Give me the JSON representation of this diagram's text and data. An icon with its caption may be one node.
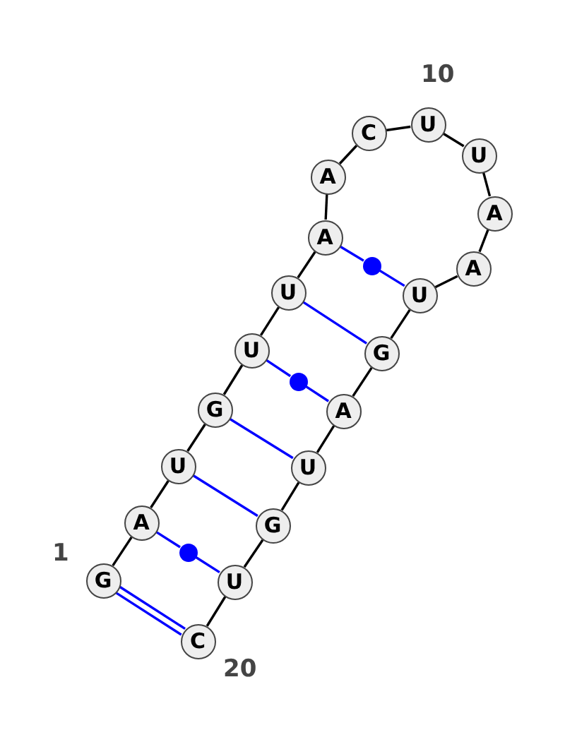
{
  "diagram": {
    "nodes": [
      {
        "text": [
          "G"
        ]
      },
      {
        "text": [
          "A"
        ]
      },
      {
        "text": [
          "U"
        ]
      },
      {
        "text": [
          "G"
        ]
      },
      {
        "text": [
          "U"
        ]
      },
      {
        "text": [
          "U"
        ]
      },
      {
        "text": [
          "A"
        ]
      },
      {
        "text": [
          "A"
        ]
      },
      {
        "text": [
          "C"
        ]
      },
      {
        "text": [
          "U"
        ]
      },
      {
        "text": [
          "U"
        ]
      },
      {
        "text": [
          "A"
        ]
      },
      {
        "text": [
          "A"
        ]
      },
      {
        "text": [
          "U"
        ]
      },
      {
        "text": [
          "G"
        ]
      },
      {
        "text": [
          "A"
        ]
      },
      {
        "text": [
          "U"
        ]
      },
      {
        "text": [
          "G"
        ]
      },
      {
        "text": [
          "U"
        ]
      },
      {
        "text": [
          "C"
        ]
      },
      {
        "text": [],
        "shape": "circle"
      },
      {
        "text": [],
        "shape": "circle"
      },
      {
        "text": [],
        "shape": "circle"
      }
    ],
    "edges": [
      {
        "from": 0,
        "to": 1,
        "arrow": "none"
      },
      {
        "from": 1,
        "to": 2,
        "arrow": "none"
      },
      {
        "from": 2,
        "to": 3,
        "arrow": "none"
      },
      {
        "from": 3,
        "to": 4,
        "arrow": "none"
      },
      {
        "from": 4,
        "to": 5,
        "arrow": "none"
      },
      {
        "from": 5,
        "to": 6,
        "arrow": "none"
      },
      {
        "from": 6,
        "to": 7,
        "arrow": "none"
      },
      {
        "from": 7,
        "to": 8,
        "arrow": "none"
      },
      {
        "from": 8,
        "to": 9,
        "arrow": "none"
      },
      {
        "from": 9,
        "to": 10,
        "arrow": "none"
      },
      {
        "from": 10,
        "to": 11,
        "arrow": "none"
      },
      {
        "from": 11,
        "to": 12,
        "arrow": "none"
      },
      {
        "from": 12,
        "to": 13,
        "arrow": "none"
      },
      {
        "from": 13,
        "to": 14,
        "arrow": "none"
      },
      {
        "from": 14,
        "to": 15,
        "arrow": "none"
      },
      {
        "from": 15,
        "to": 16,
        "arrow": "none"
      },
      {
        "from": 16,
        "to": 17,
        "arrow": "none"
      },
      {
        "from": 17,
        "to": 18,
        "arrow": "none"
      },
      {
        "from": 18,
        "to": 19,
        "arrow": "none"
      },
      {
        "from": 0,
        "to": 19,
        "arrow": "none",
        "color": "#0000ff"
      },
      {
        "from": 0,
        "to": 19,
        "arrow": "none",
        "color": "#0000ff"
      },
      {
        "from": 1,
        "to": 22,
        "arrow": "none",
        "color": "#0000ff"
      },
      {
        "from": 22,
        "to": 18,
        "arrow": "none",
        "color": "#0000ff"
      },
      {
        "from": 2,
        "to": 17,
        "arrow": "none",
        "color": "#0000ff"
      },
      {
        "from": 3,
        "to": 16,
        "arrow": "none",
        "color": "#0000ff"
      },
      {
        "from": 4,
        "to": 21,
        "arrow": "none",
        "color": "#0000ff"
      },
      {
        "from": 21,
        "to": 15,
        "arrow": "none",
        "color": "#0000ff"
      },
      {
        "from": 5,
        "to": 14,
        "arrow": "none",
        "color": "#0000ff"
      },
      {
        "from": 6,
        "to": 20,
        "arrow": "none",
        "color": "#0000ff"
      },
      {
        "from": 20,
        "to": 13,
        "arrow": "none",
        "color": "#0000ff"
      }
    ],
    "labels": [
      "10",
      "1",
      "20"
    ]
  }
}
